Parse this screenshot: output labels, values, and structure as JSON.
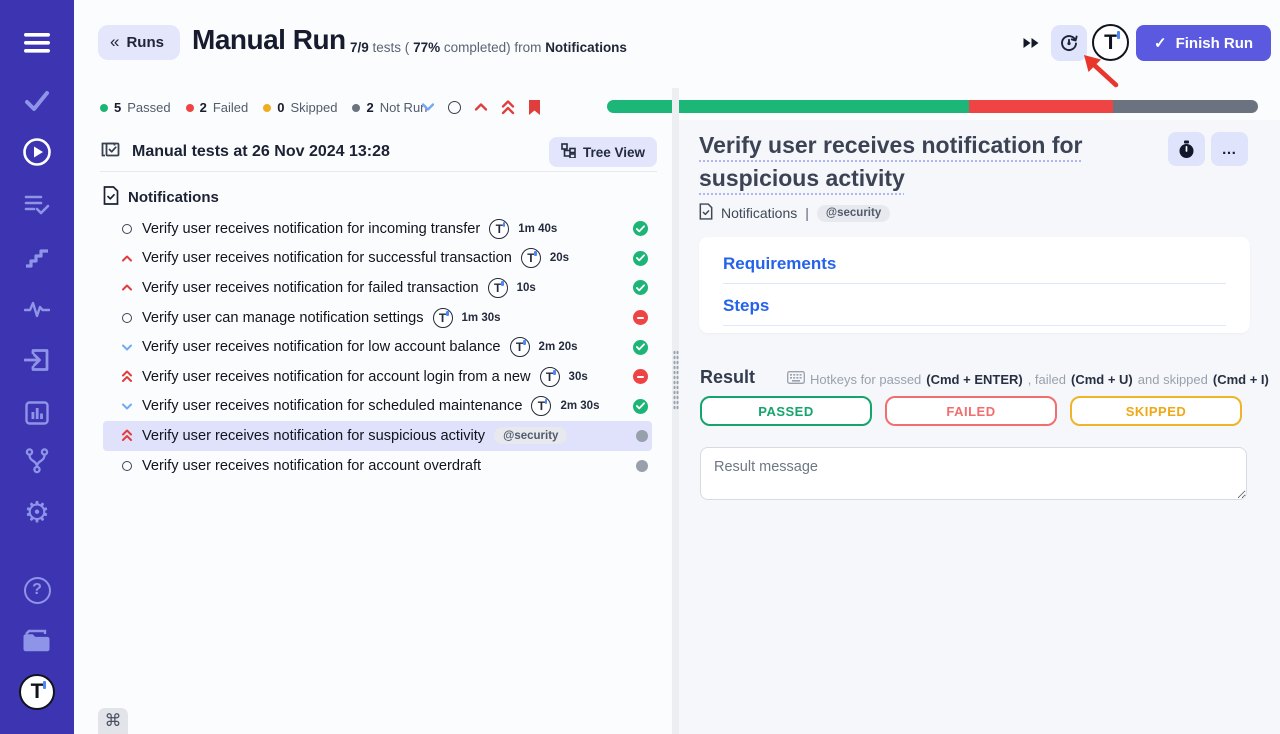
{
  "colors": {
    "sidebar": "#3d34b1",
    "accent": "#5b59e0",
    "chip": "#e4e6fb",
    "passed": "#1cb576",
    "failed": "#ef4444",
    "skipped": "#f0ad1f",
    "not_run": "#6b7280",
    "link": "#2563eb",
    "selected_row": "#dfe2fa"
  },
  "sidebar": {
    "icons": [
      "menu-icon",
      "check-icon",
      "play-circle-icon",
      "list-check-icon",
      "steps-icon",
      "activity-icon",
      "sign-in-icon",
      "bar-chart-icon",
      "branch-icon",
      "gear-icon",
      "help-icon",
      "folder-icon",
      "logo-icon"
    ],
    "gear_glyph": "⚙",
    "help_glyph": "?",
    "logo_letter": "T"
  },
  "header": {
    "back_label": "Runs",
    "back_chevron": "«",
    "title": "Manual Run",
    "stats": {
      "ratio": "7/9",
      "mid": "tests (",
      "pct": "77%",
      "tail": "completed) from",
      "target": "Notifications"
    },
    "finish_label": "Finish Run",
    "finish_check": "✓",
    "logo_letter": "T"
  },
  "statusbar": {
    "counts": [
      {
        "value": "5",
        "label": "Passed",
        "color": "#1cb576",
        "dot_style": "background:#1cb576"
      },
      {
        "value": "2",
        "label": "Failed",
        "color": "#ef4444",
        "dot_style": "background:#ef4444"
      },
      {
        "value": "0",
        "label": "Skipped",
        "color": "#f0ad1f",
        "dot_style": "background:#f0ad1f"
      },
      {
        "value": "2",
        "label": "Not Run",
        "color": "#6b7280",
        "dot_style": "background:#6b7280"
      }
    ],
    "progress": [
      {
        "label": "passed",
        "pct": 55.6,
        "color": "#1cb778",
        "style": "width:55.6%;background:#1cb778"
      },
      {
        "label": "failed",
        "pct": 22.2,
        "color": "#ef4444",
        "style": "width:22.2%;background:#ef4444"
      },
      {
        "label": "not_run",
        "pct": 22.2,
        "color": "#6b7280",
        "style": "width:22.2%;background:#6b7280"
      }
    ]
  },
  "list": {
    "header": "Manual tests at 26 Nov 2024 13:28",
    "tree_view_label": "Tree View",
    "folder": "Notifications",
    "items": [
      {
        "marker": "circle",
        "title": "Verify user receives notification for incoming transfer",
        "duration": "1m 40s",
        "result": "passed"
      },
      {
        "marker": "chevron-up",
        "title": "Verify user receives notification for successful transaction",
        "duration": "20s",
        "result": "passed"
      },
      {
        "marker": "chevron-up",
        "title": "Verify user receives notification for failed transaction",
        "duration": "10s",
        "result": "passed"
      },
      {
        "marker": "circle",
        "title": "Verify user can manage notification settings",
        "duration": "1m 30s",
        "result": "failed"
      },
      {
        "marker": "chevron-down",
        "title": "Verify user receives notification for low account balance",
        "duration": "2m 20s",
        "result": "passed"
      },
      {
        "marker": "chevron-double-up",
        "title": "Verify user receives notification for account login from a new",
        "duration": "30s",
        "result": "failed"
      },
      {
        "marker": "chevron-down",
        "title": "Verify user receives notification for scheduled maintenance",
        "duration": "2m 30s",
        "result": "passed"
      },
      {
        "marker": "chevron-double-up",
        "title": "Verify user receives notification for suspicious activity",
        "tag": "@security",
        "result": "not-run",
        "selected": true
      },
      {
        "marker": "circle",
        "title": "Verify user receives notification for account overdraft",
        "result": "not-run"
      }
    ],
    "cmd_key": "⌘"
  },
  "detail": {
    "title": "Verify user receives notification for suspicious activity",
    "more_glyph": "…",
    "breadcrumb": "Notifications",
    "separator": "|",
    "tag": "@security",
    "sections": {
      "requirements": "Requirements",
      "steps": "Steps"
    },
    "result_label": "Result",
    "hotkeys": {
      "t1": "Hotkeys for passed",
      "k1": "(Cmd + ENTER)",
      "t2": ", failed",
      "k2": "(Cmd + U)",
      "t3": "and skipped",
      "k3": "(Cmd + I)"
    },
    "verdicts": {
      "passed": "PASSED",
      "failed": "FAILED",
      "skipped": "SKIPPED"
    },
    "message_placeholder": "Result message"
  }
}
